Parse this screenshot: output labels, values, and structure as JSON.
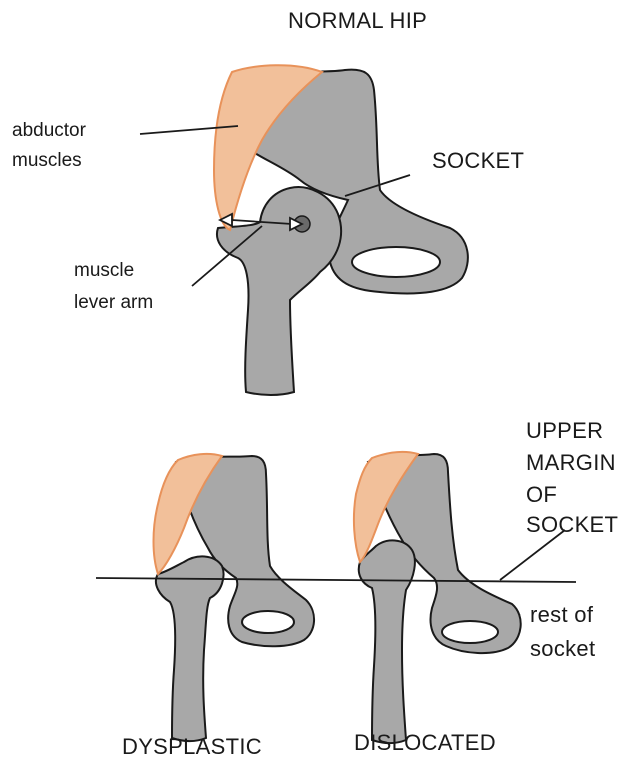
{
  "title": "NORMAL HIP",
  "labels": {
    "abductor_line1": "abductor",
    "abductor_line2": "muscles",
    "socket": "SOCKET",
    "lever_line1": "muscle",
    "lever_line2": "lever arm",
    "upper_margin_line1": "UPPER",
    "upper_margin_line2": "MARGIN",
    "upper_margin_line3": "OF",
    "upper_margin_line4": "SOCKET",
    "rest_line1": "rest of",
    "rest_line2": "socket"
  },
  "captions": {
    "dysplastic": "DYSPLASTIC",
    "dislocated": "DISLOCATED"
  },
  "colors": {
    "bone": "#a8a8a8",
    "muscle": "#f2c09a",
    "muscle_outline": "#e8925a",
    "outline": "#1a1a1a",
    "text": "#1a1a1a"
  }
}
